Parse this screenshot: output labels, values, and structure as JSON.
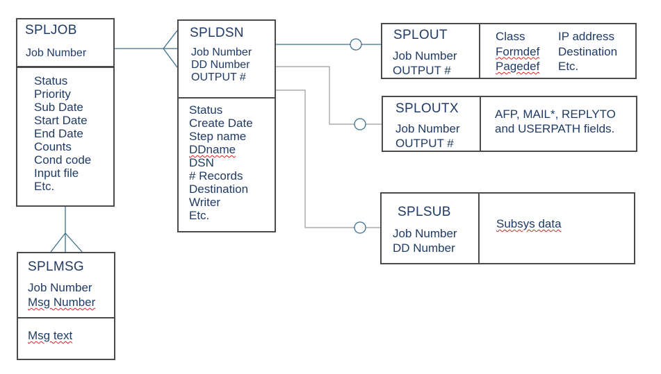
{
  "tables": {
    "spljob": {
      "name": "SPLJOB",
      "keys": [
        "Job Number"
      ],
      "fields": [
        "Status",
        "Priority",
        "Sub Date",
        "Start Date",
        "End Date",
        "Counts",
        "Cond code",
        "Input file",
        "Etc."
      ]
    },
    "spldsn": {
      "name": "SPLDSN",
      "keys": [
        "Job Number",
        "DD Number",
        "OUTPUT #"
      ],
      "fields": [
        "Status",
        "Create Date",
        "Step name",
        "DDname",
        "DSN",
        "# Records",
        "Destination",
        "Writer",
        "Etc."
      ]
    },
    "splout": {
      "name": "SPLOUT",
      "keys": [
        "Job Number",
        "OUTPUT #"
      ],
      "fields_col1": [
        "Class",
        "Formdef",
        "Pagedef"
      ],
      "fields_col2": [
        "IP address",
        "Destination",
        "Etc."
      ]
    },
    "sploutx": {
      "name": "SPLOUTX",
      "keys": [
        "Job Number",
        "OUTPUT #"
      ],
      "fields": [
        "AFP, MAIL*, REPLYTO",
        "and USERPATH fields."
      ]
    },
    "splsub": {
      "name": "SPLSUB",
      "keys": [
        "Job Number",
        "DD Number"
      ],
      "fields": [
        "Subsys data"
      ]
    },
    "splmsg": {
      "name": "SPLMSG",
      "keys": [
        "Job Number",
        "Msg Number"
      ],
      "fields": [
        "Msg text"
      ]
    }
  },
  "relationships": [
    {
      "from": "SPLJOB",
      "to": "SPLDSN",
      "from_end": "one",
      "to_end": "many"
    },
    {
      "from": "SPLJOB",
      "to": "SPLMSG",
      "from_end": "one",
      "to_end": "many"
    },
    {
      "from": "SPLDSN",
      "to": "SPLOUT",
      "to_end": "zero-or-one"
    },
    {
      "from": "SPLDSN",
      "to": "SPLOUTX",
      "to_end": "zero-or-one"
    },
    {
      "from": "SPLDSN",
      "to": "SPLSUB",
      "to_end": "zero-or-one"
    }
  ],
  "colors": {
    "text": "#1f3a64",
    "border": "#4a4a4a",
    "connector": "#3a6e8e",
    "elbow": "#999999",
    "spellcheck": "#dd2222"
  }
}
